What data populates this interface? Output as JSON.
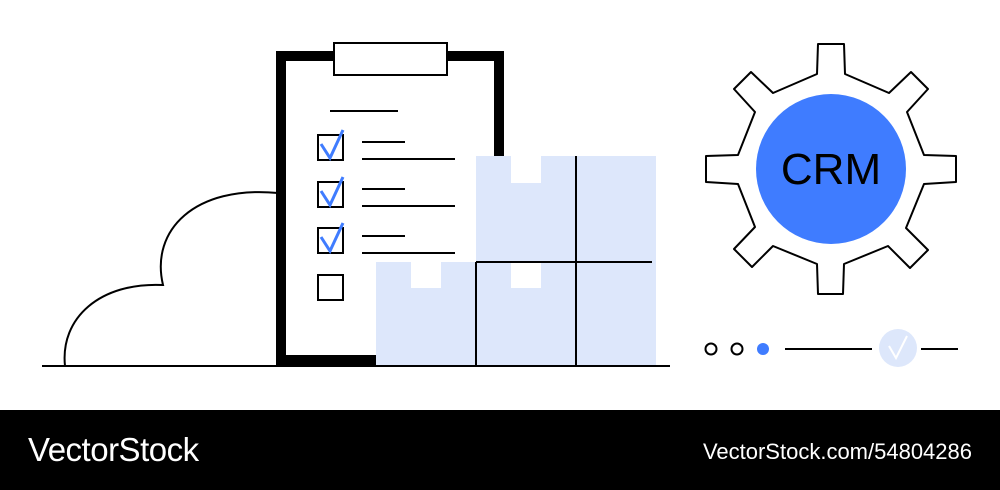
{
  "illustration": {
    "gear_label": "CRM",
    "colors": {
      "accent": "#3f7cff",
      "box_fill": "#dde7fb",
      "check_circle_fill": "#dde7fb",
      "outline": "#000000"
    },
    "checklist": {
      "items": [
        {
          "checked": true,
          "icon": "check-icon"
        },
        {
          "checked": true,
          "icon": "check-icon"
        },
        {
          "checked": true,
          "icon": "check-icon"
        },
        {
          "checked": false
        }
      ]
    },
    "progress_steps": {
      "total_dots": 3,
      "active_dot": 3,
      "end_icon": "check-icon"
    }
  },
  "footer": {
    "brand": "VectorStock",
    "image_id": "VectorStock.com/54804286"
  }
}
